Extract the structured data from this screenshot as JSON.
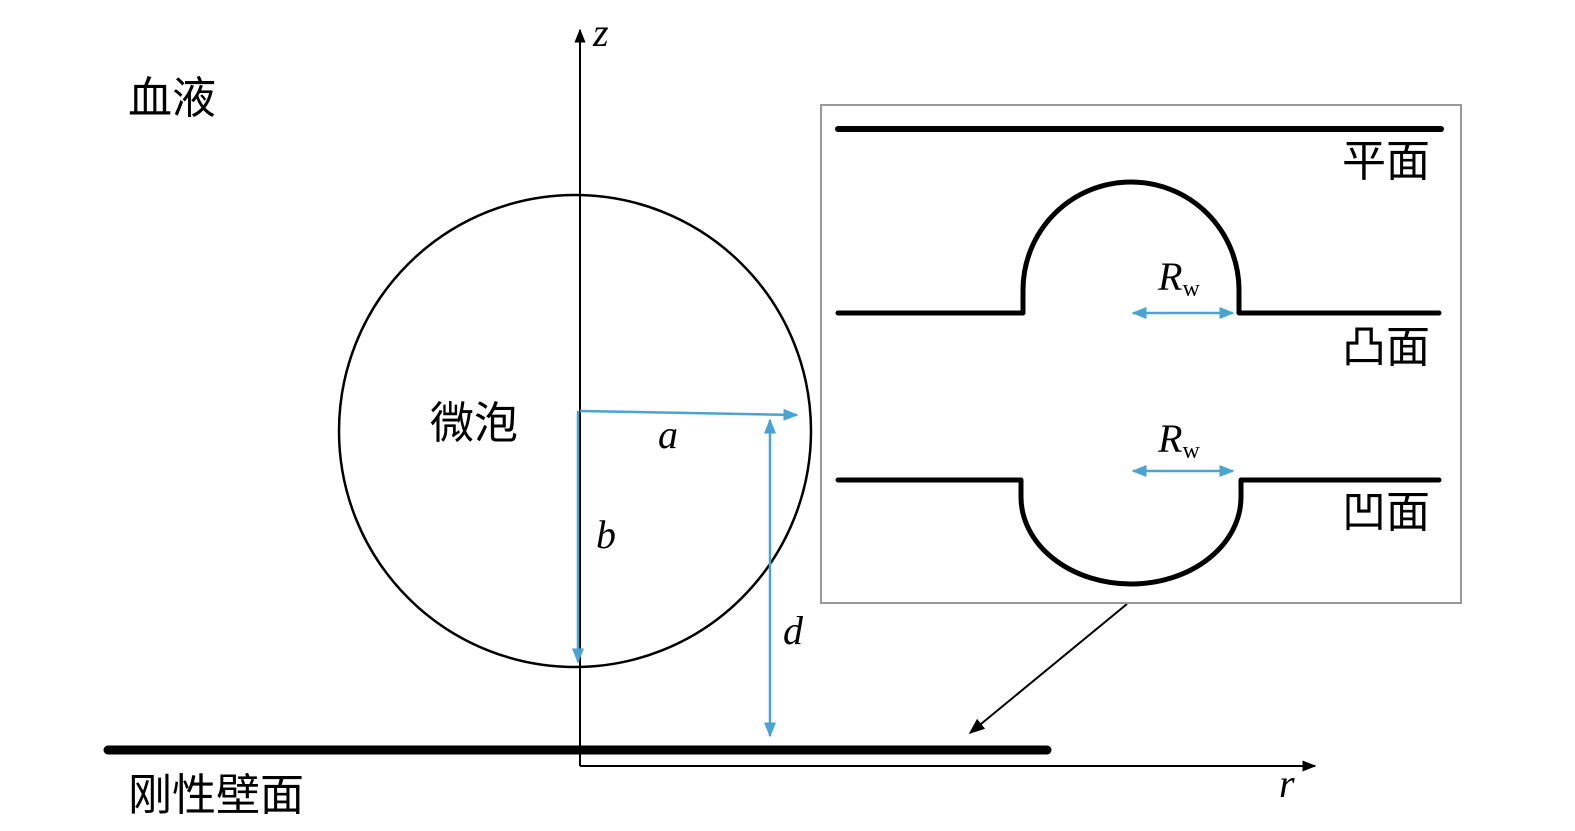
{
  "labels": {
    "fluid": "血液",
    "bubble": "微泡",
    "wall": "刚性壁面",
    "flat": "平面",
    "convex": "凸面",
    "concave": "凹面"
  },
  "axes": {
    "z": "z",
    "r": "r"
  },
  "dimensions": {
    "a": "a",
    "b": "b",
    "d": "d",
    "rw_main": "R",
    "rw_sub": "w"
  },
  "colors": {
    "dimension": "#4ba3d3",
    "ink": "#000000",
    "inset_border": "#999999"
  }
}
